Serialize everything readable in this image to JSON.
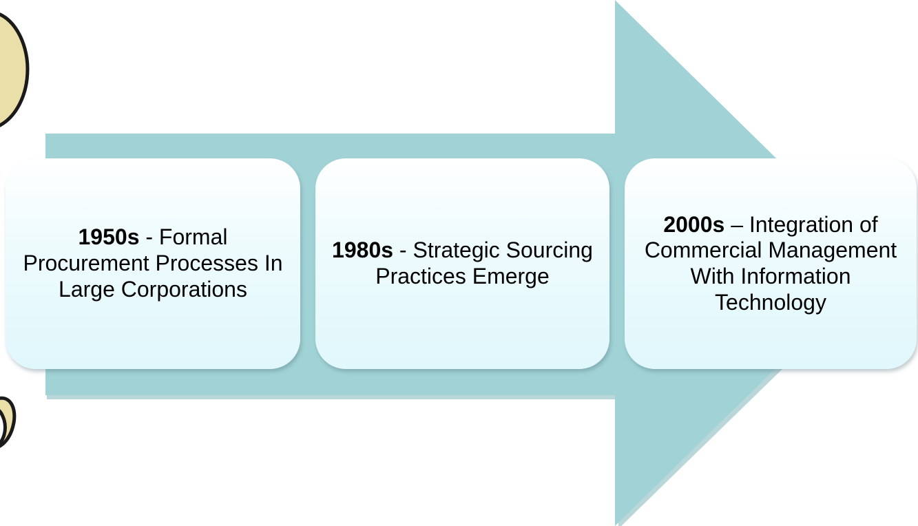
{
  "colors": {
    "arrow_fill": "#a1d3d6",
    "arrow_shadow": "#7fb4b9",
    "box_top": "#ffffff",
    "box_bottom": "#e0f7fc",
    "clipart_fill": "#eadfa8",
    "clipart_stroke": "#1a1a1a"
  },
  "icons": {
    "left_edge_top": "partial-clipart-shape-icon",
    "left_edge_bottom": "partial-clipart-curl-icon"
  },
  "stages": [
    {
      "year": "1950s",
      "separator": " - ",
      "description": "Formal Procurement Processes  In Large Corporations"
    },
    {
      "year": "1980s",
      "separator": " - ",
      "description": "Strategic Sourcing Practices Emerge"
    },
    {
      "year": "2000s",
      "separator": " – ",
      "description": "Integration of Commercial Management With Information Technology"
    }
  ]
}
